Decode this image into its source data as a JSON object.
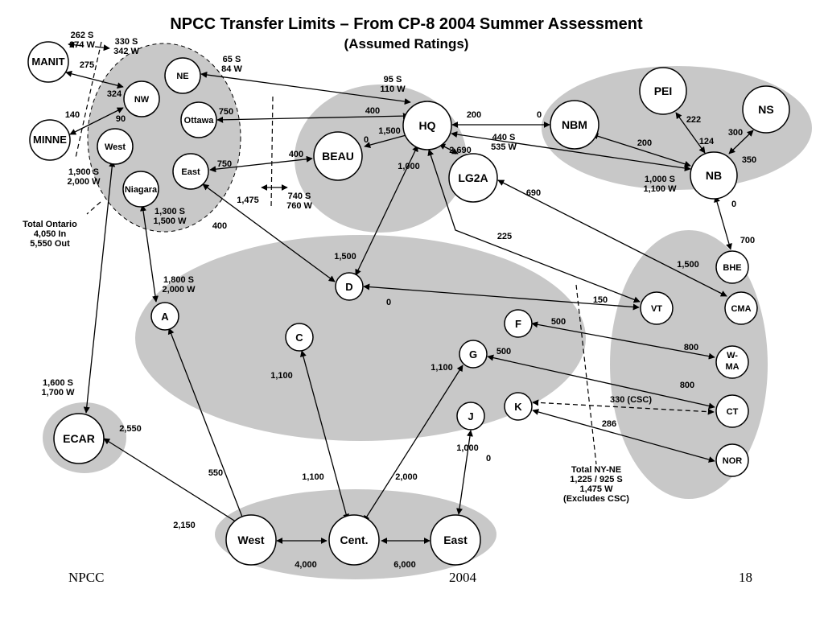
{
  "title": "NPCC Transfer Limits – From CP-8 2004 Summer Assessment",
  "subtitle": "(Assumed Ratings)",
  "footer": {
    "left": "NPCC",
    "center": "2004",
    "page": "18"
  },
  "nodes": {
    "manit": "MANIT",
    "minne": "MINNE",
    "ne": "NE",
    "nw": "NW",
    "ottawa": "Ottawa",
    "west_on": "West",
    "east_on": "East",
    "niagara": "Niagara",
    "hq": "HQ",
    "beau": "BEAU",
    "lg2a": "LG2A",
    "pei": "PEI",
    "ns": "NS",
    "nbm": "NBM",
    "nb": "NB",
    "bhe": "BHE",
    "cma": "CMA",
    "wma": "W-\nMA",
    "ct": "CT",
    "nor": "NOR",
    "vt": "VT",
    "d": "D",
    "a": "A",
    "c": "C",
    "g": "G",
    "f": "F",
    "k": "K",
    "j": "J",
    "ecar": "ECAR",
    "pjm_west": "West",
    "pjm_cent": "Cent.",
    "pjm_east": "East"
  },
  "labels": {
    "l262": "262 S\n274 W",
    "l330": "330 S\n342 W",
    "l275": "275",
    "l324": "324",
    "l140": "140",
    "l90": "90",
    "l65": "65 S\n84 W",
    "l750a": "750",
    "l750b": "750",
    "l95": "95 S\n110 W",
    "l400a": "400",
    "l400b": "400",
    "l0a": "0",
    "l1500a": "1,500",
    "l200a": "200",
    "l0b": "0",
    "l2690": "2,690",
    "l440": "440 S\n535 W",
    "l1000a": "1,000",
    "l1475a": "1,475",
    "l740": "740 S\n760 W",
    "l1900": "1,900 S\n2,000 W",
    "l1300": "1,300 S\n1,500 W",
    "l400c": "400",
    "ltotal_on": "Total Ontario\n4,050 In\n5,550 Out",
    "l1500b": "1,500",
    "l225": "225",
    "l690": "690",
    "l1800": "1,800 S\n2,000 W",
    "l0c": "0",
    "l150": "150",
    "l1500c": "1,500",
    "l700": "700",
    "l0d": "0",
    "l222": "222",
    "l124": "124",
    "l300": "300",
    "l350": "350",
    "l200b": "200",
    "l1000b": "1,000 S\n1,100 W",
    "l500a": "500",
    "l800a": "800",
    "l500b": "500",
    "l800b": "800",
    "l1100a": "1,100",
    "l1100b": "1,100",
    "l330csc": "330 (CSC)",
    "l286": "286",
    "l1000c": "1,000",
    "l0e": "0",
    "l1600": "1,600 S\n1,700 W",
    "l2550": "2,550",
    "l550": "550",
    "l1100c": "1,100",
    "l2000": "2,000",
    "l2150": "2,150",
    "l4000": "4,000",
    "l6000": "6,000",
    "ltotal_nyne": "Total NY-NE\n1,225 / 925 S\n1,475 W\n(Excludes CSC)"
  }
}
